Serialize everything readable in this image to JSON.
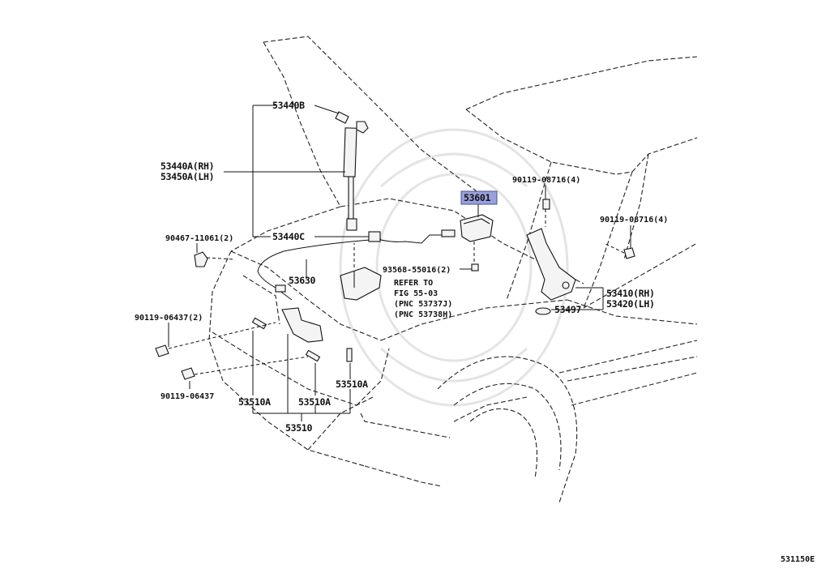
{
  "labels": {
    "l53440B": "53440B",
    "l53440A": "53440A(RH)",
    "l53450A": "53450A(LH)",
    "l53440C": "53440C",
    "l90467": "90467-11061(2)",
    "l53630": "53630",
    "l53601": "53601",
    "l93568": "93568-55016(2)",
    "refer1": "REFER TO",
    "refer2": "FIG 55-03",
    "refer3": "(PNC 53737J)",
    "refer4": "(PNC 53738H)",
    "l90119_08716_a": "90119-08716(4)",
    "l90119_08716_b": "90119-08716(4)",
    "l53410": "53410(RH)",
    "l53420": "53420(LH)",
    "l53497": "53497",
    "l90119_06437_2": "90119-06437(2)",
    "l90119_06437": "90119-06437",
    "l53510A_1": "53510A",
    "l53510A_2": "53510A",
    "l53510A_3": "53510A",
    "l53510": "53510",
    "figno": "531150E"
  },
  "highlight_color": "#9aa0dc"
}
